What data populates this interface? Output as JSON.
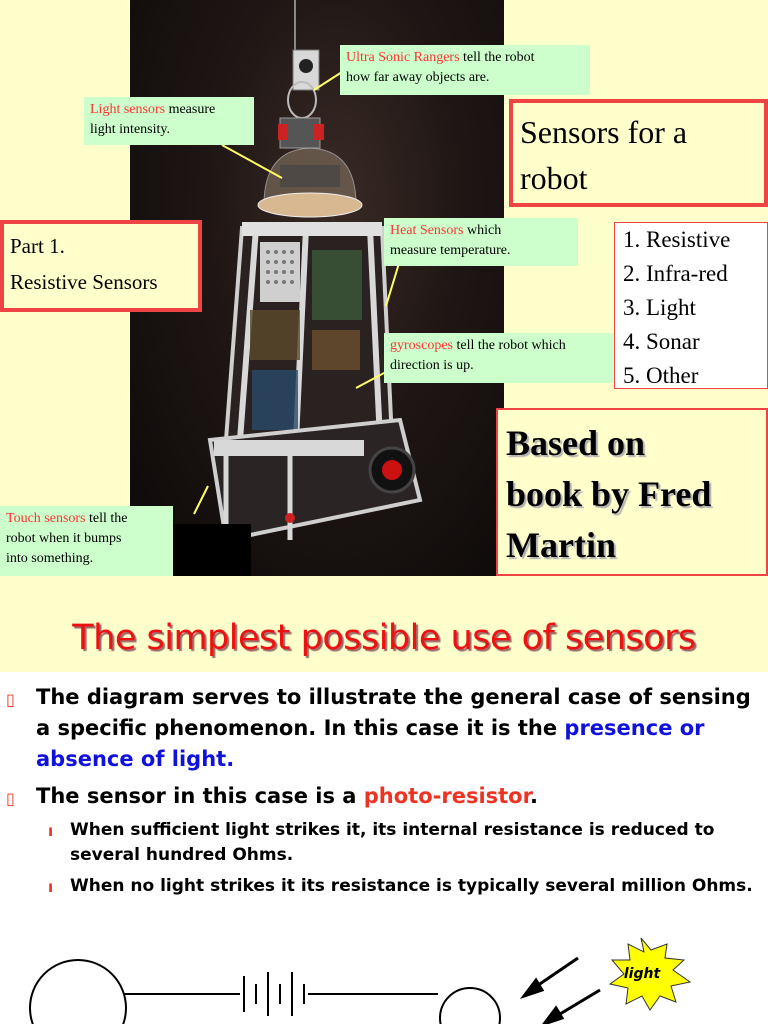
{
  "slide1": {
    "callouts": {
      "ultrasonic": {
        "highlight": "Ultra Sonic Rangers",
        "rest_line1": "  tell the robot",
        "line2": "how far away objects are."
      },
      "light": {
        "highlight": "Light sensors",
        "rest_line1": " measure",
        "line2": "light intensity."
      },
      "heat": {
        "highlight": "Heat Sensors",
        "rest_line1": " which",
        "line2": "measure temperature."
      },
      "gyro": {
        "highlight": "gyroscopes",
        "rest_line1": " tell the robot which",
        "line2": "direction is up."
      },
      "touch": {
        "highlight": "Touch sensors",
        "rest_line1": " tell the",
        "line2": "robot when it bumps",
        "line3": "into something."
      }
    },
    "title_box": {
      "line1": "Sensors for a",
      "line2": "robot"
    },
    "part_box": {
      "line1": "Part 1.",
      "line2": "Resistive Sensors"
    },
    "list": [
      "1. Resistive",
      "2. Infra-red",
      "3. Light",
      "4. Sonar",
      "5. Other"
    ],
    "based": {
      "line1": "Based on",
      "line2": "book by Fred",
      "line3": "Martin"
    }
  },
  "slide2": {
    "title": "The simplest possible use of sensors",
    "bullet1": {
      "text": "The diagram serves to illustrate the general case of sensing a specific phenomenon. In this case it is the ",
      "highlight": "presence or absence of light."
    },
    "bullet2": {
      "text": "The sensor in this case is a ",
      "highlight": "photo-resistor",
      "end": "."
    },
    "sub1": "When sufficient light strikes it, its internal resistance is reduced to several hundred Ohms.",
    "sub2": "When no light strikes it its resistance is typically several million Ohms.",
    "starburst_label": "light",
    "colors": {
      "accent_red": "#ee3322",
      "link_blue": "#1111dd",
      "callout_green": "#ccffcc",
      "slide_yellow": "#ffffcc"
    }
  }
}
